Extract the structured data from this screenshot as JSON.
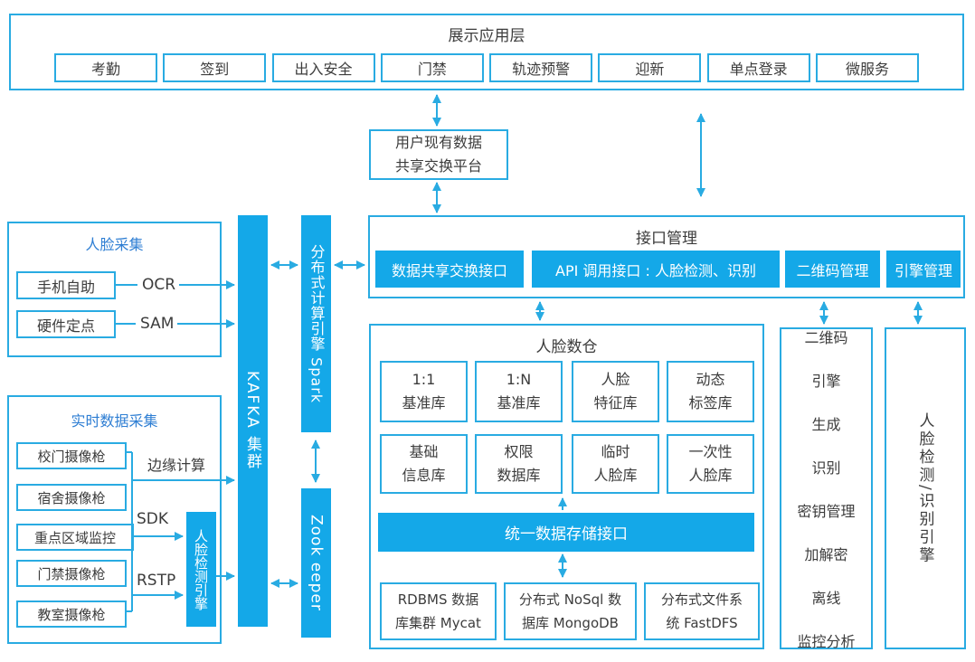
{
  "colors": {
    "accent": "#29abe2",
    "fill": "#14a8e8",
    "blue-title": "#2e7ed3",
    "ink": "#3c3c3c"
  },
  "display_layer": {
    "title": "展示应用层",
    "buttons": [
      "考勤",
      "签到",
      "出入安全",
      "门禁",
      "轨迹预警",
      "迎新",
      "单点登录",
      "微服务"
    ]
  },
  "user_platform": {
    "line1": "用户现有数据",
    "line2": "共享交换平台"
  },
  "face_collection": {
    "title": "人脸采集",
    "items": [
      {
        "box": "手机自助",
        "label": "OCR"
      },
      {
        "box": "硬件定点",
        "label": "SAM"
      }
    ]
  },
  "realtime": {
    "title": "实时数据采集",
    "cameras": [
      "校门摄像枪",
      "宿舍摄像枪",
      "重点区域监控",
      "门禁摄像枪",
      "教室摄像枪"
    ],
    "edge_label": "边缘计算",
    "sdk_label": "SDK",
    "rstp_label": "RSTP",
    "engine": "人脸检测引擎"
  },
  "middleware": {
    "kafka": "KAFKA 集群",
    "spark": "分布式计算引擎 Spark",
    "zookeeper": "Zook eeper"
  },
  "interface": {
    "title": "接口管理",
    "boxes": [
      "数据共享交换接口",
      "API 调用接口 : 人脸检测、识别",
      "二维码管理",
      "引擎管理"
    ]
  },
  "warehouse": {
    "title": "人脸数仓",
    "row1": [
      [
        "1:1",
        "基准库"
      ],
      [
        "1:N",
        "基准库"
      ],
      [
        "人脸",
        "特征库"
      ],
      [
        "动态",
        "标签库"
      ]
    ],
    "row2": [
      [
        "基础",
        "信息库"
      ],
      [
        "权限",
        "数据库"
      ],
      [
        "临时",
        "人脸库"
      ],
      [
        "一次性",
        "人脸库"
      ]
    ],
    "storage_bar": "统一数据存储接口",
    "bottom": [
      [
        "RDBMS 数据",
        "库集群 Mycat"
      ],
      [
        "分布式 NoSql 数",
        "据库 MongoDB"
      ],
      [
        "分布式文件系",
        "统 FastDFS"
      ]
    ]
  },
  "qr_column": {
    "items": [
      "二维码",
      "引擎",
      "生成",
      "识别",
      "密钥管理",
      "加解密",
      "离线",
      "监控分析"
    ]
  },
  "face_engine_column": {
    "label": "人脸检测/识别引擎"
  }
}
